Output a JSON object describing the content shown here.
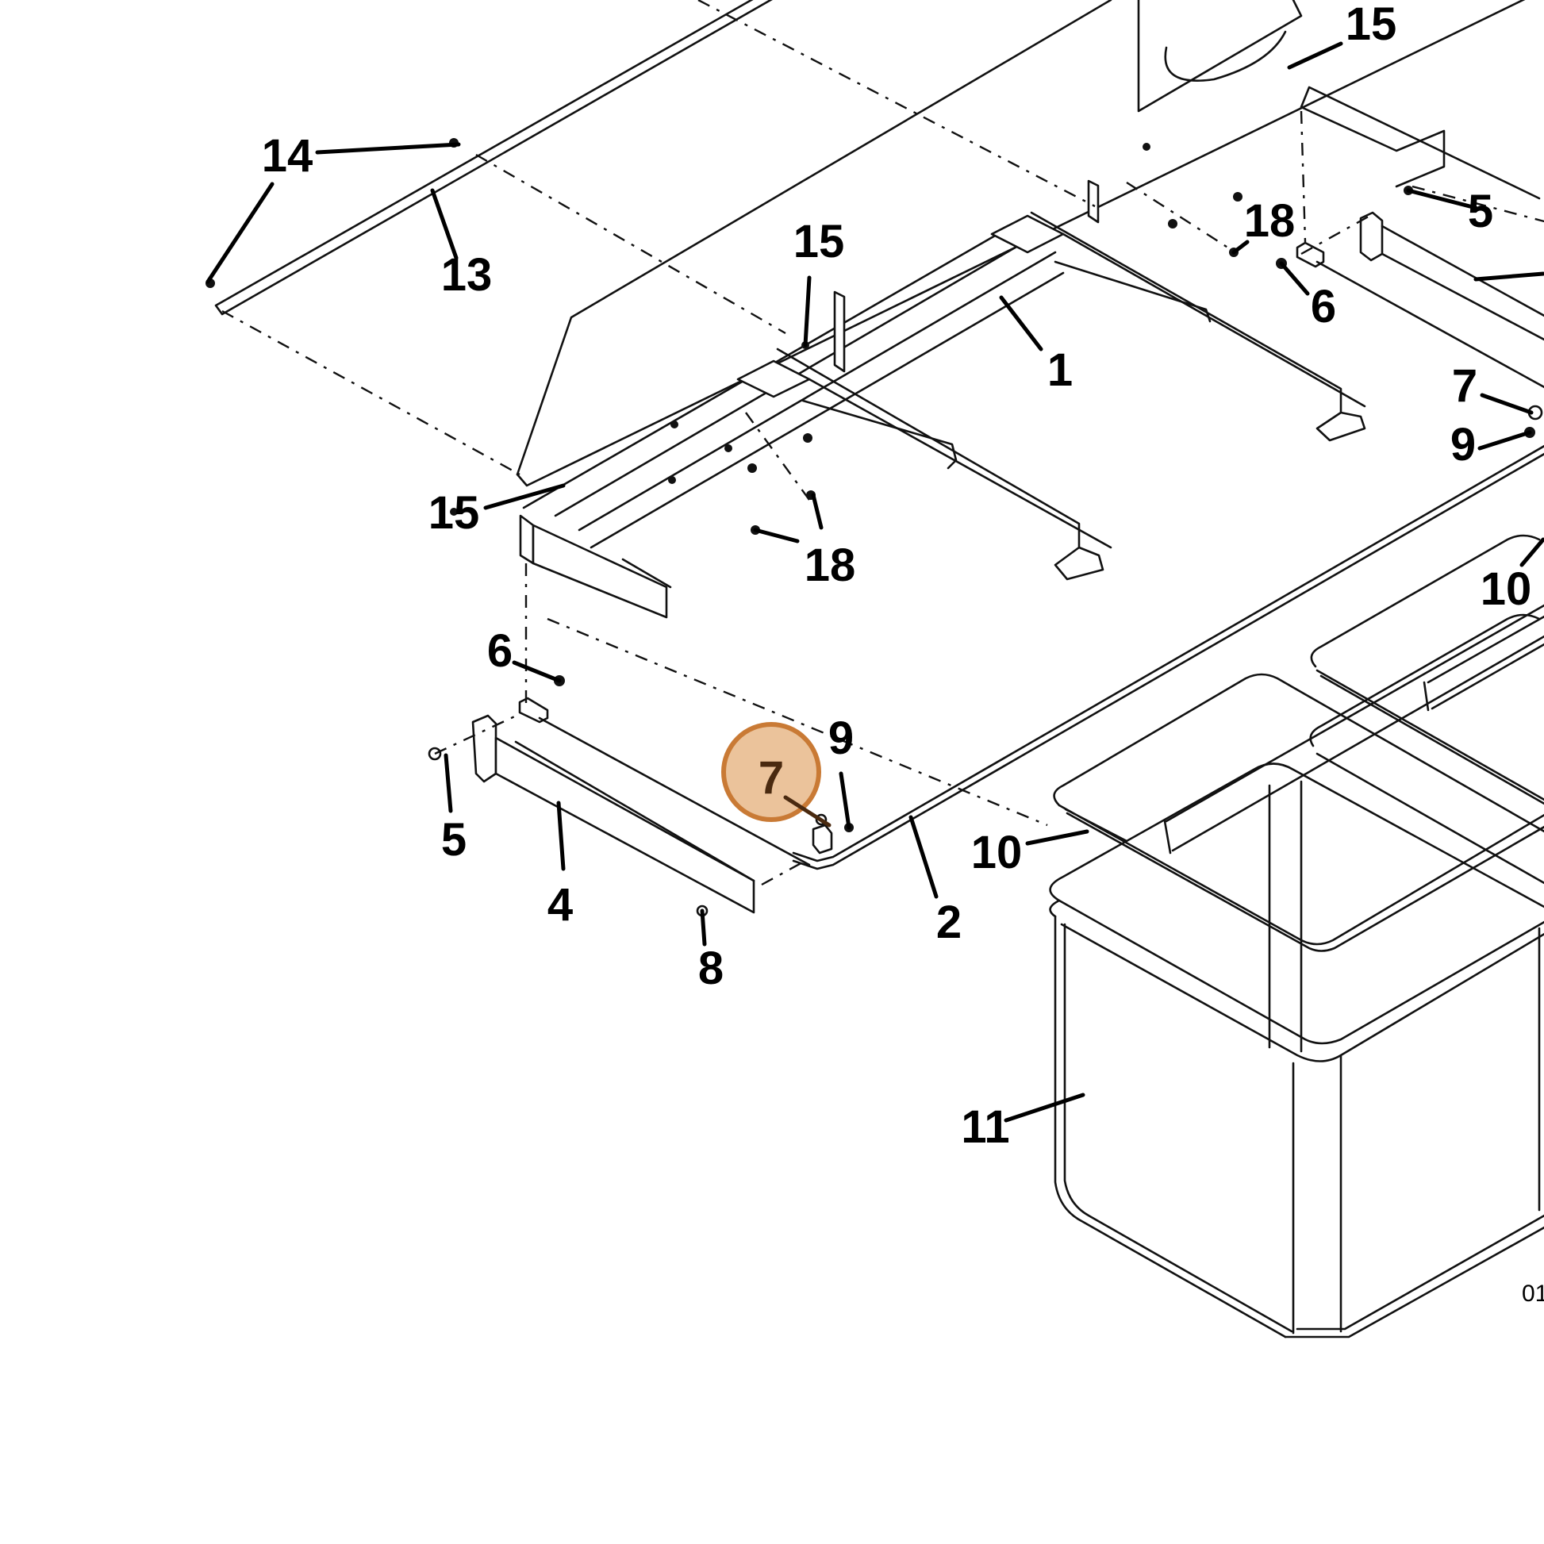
{
  "diagram": {
    "callouts": [
      {
        "id": "c15a",
        "label": "15"
      },
      {
        "id": "c14",
        "label": "14"
      },
      {
        "id": "c13",
        "label": "13"
      },
      {
        "id": "c15b",
        "label": "15"
      },
      {
        "id": "c1",
        "label": "1"
      },
      {
        "id": "c18a",
        "label": "18"
      },
      {
        "id": "c5a",
        "label": "5"
      },
      {
        "id": "c6a",
        "label": "6"
      },
      {
        "id": "c7a",
        "label": "7"
      },
      {
        "id": "c9a",
        "label": "9"
      },
      {
        "id": "c15c",
        "label": "15"
      },
      {
        "id": "c18b",
        "label": "18"
      },
      {
        "id": "c10a",
        "label": "10"
      },
      {
        "id": "c6b",
        "label": "6"
      },
      {
        "id": "c9b",
        "label": "9"
      },
      {
        "id": "c5b",
        "label": "5"
      },
      {
        "id": "c4",
        "label": "4"
      },
      {
        "id": "c8",
        "label": "8"
      },
      {
        "id": "c2",
        "label": "2"
      },
      {
        "id": "c10b",
        "label": "10"
      },
      {
        "id": "c11",
        "label": "11"
      }
    ],
    "highlighted_callout": "7",
    "figure_code": "01",
    "highlight_color": "#e8b98a",
    "highlight_border_color": "#c97a35"
  }
}
